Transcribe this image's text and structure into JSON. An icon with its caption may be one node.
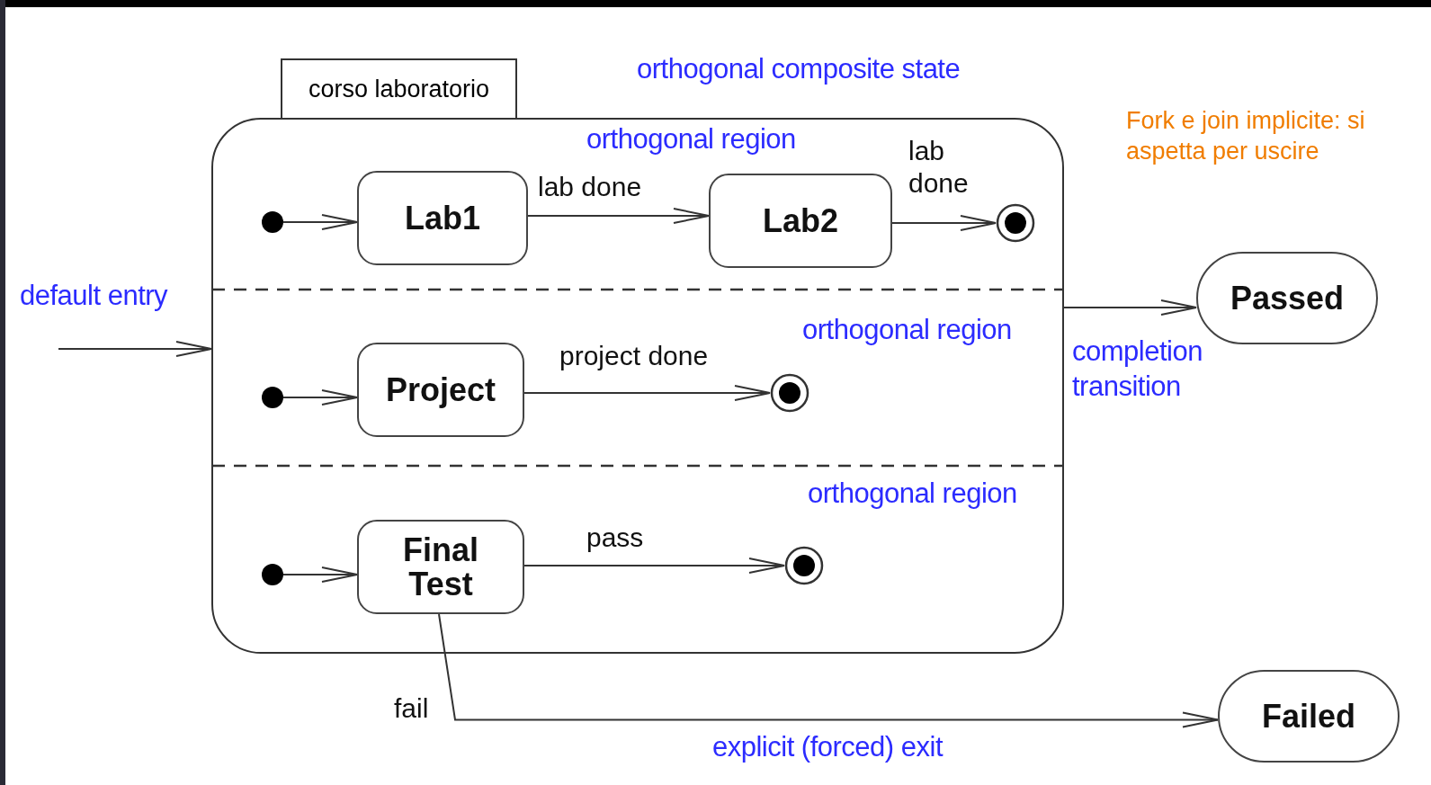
{
  "diagram": {
    "nodes": [
      {
        "text": [
          "corso laboratorio"
        ]
      },
      {
        "text": [],
        "shape": "dot",
        "in": 0
      },
      {
        "text": [
          "Lab1"
        ],
        "in": 0
      },
      {
        "text": [
          "Lab2"
        ],
        "in": 0
      },
      {
        "text": [],
        "shape": "bullseye",
        "in": 0
      },
      {
        "text": [],
        "shape": "dot",
        "in": 0
      },
      {
        "text": [
          "Project"
        ],
        "in": 0
      },
      {
        "text": [],
        "shape": "bullseye",
        "in": 0
      },
      {
        "text": [],
        "shape": "dot",
        "in": 0
      },
      {
        "text": [
          "Final Test"
        ],
        "in": 0
      },
      {
        "text": [],
        "shape": "bullseye",
        "in": 0
      },
      {
        "text": [
          "Passed"
        ]
      },
      {
        "text": [
          "Failed"
        ]
      }
    ],
    "edges": [
      {
        "from": null,
        "to": 0,
        "arrow": "to"
      },
      {
        "from": 1,
        "to": 2,
        "arrow": "to"
      },
      {
        "from": 2,
        "to": 3,
        "arrow": "to",
        "label": "lab done"
      },
      {
        "from": 3,
        "to": 4,
        "arrow": "to",
        "label": "lab done"
      },
      {
        "from": 5,
        "to": 6,
        "arrow": "to"
      },
      {
        "from": 6,
        "to": 7,
        "arrow": "to",
        "label": "project done"
      },
      {
        "from": 8,
        "to": 9,
        "arrow": "to"
      },
      {
        "from": 9,
        "to": 10,
        "arrow": "to",
        "label": "pass"
      },
      {
        "from": 0,
        "to": 11,
        "arrow": "to"
      },
      {
        "from": 9,
        "to": 12,
        "arrow": "to",
        "label": "fail"
      }
    ],
    "labels": [
      "orthogonal composite state",
      "Fork e join implicite: si aspetta per uscire",
      "orthogonal region",
      "default entry",
      "orthogonal region",
      "completion transition",
      "orthogonal region",
      "explicit (forced) exit"
    ]
  }
}
